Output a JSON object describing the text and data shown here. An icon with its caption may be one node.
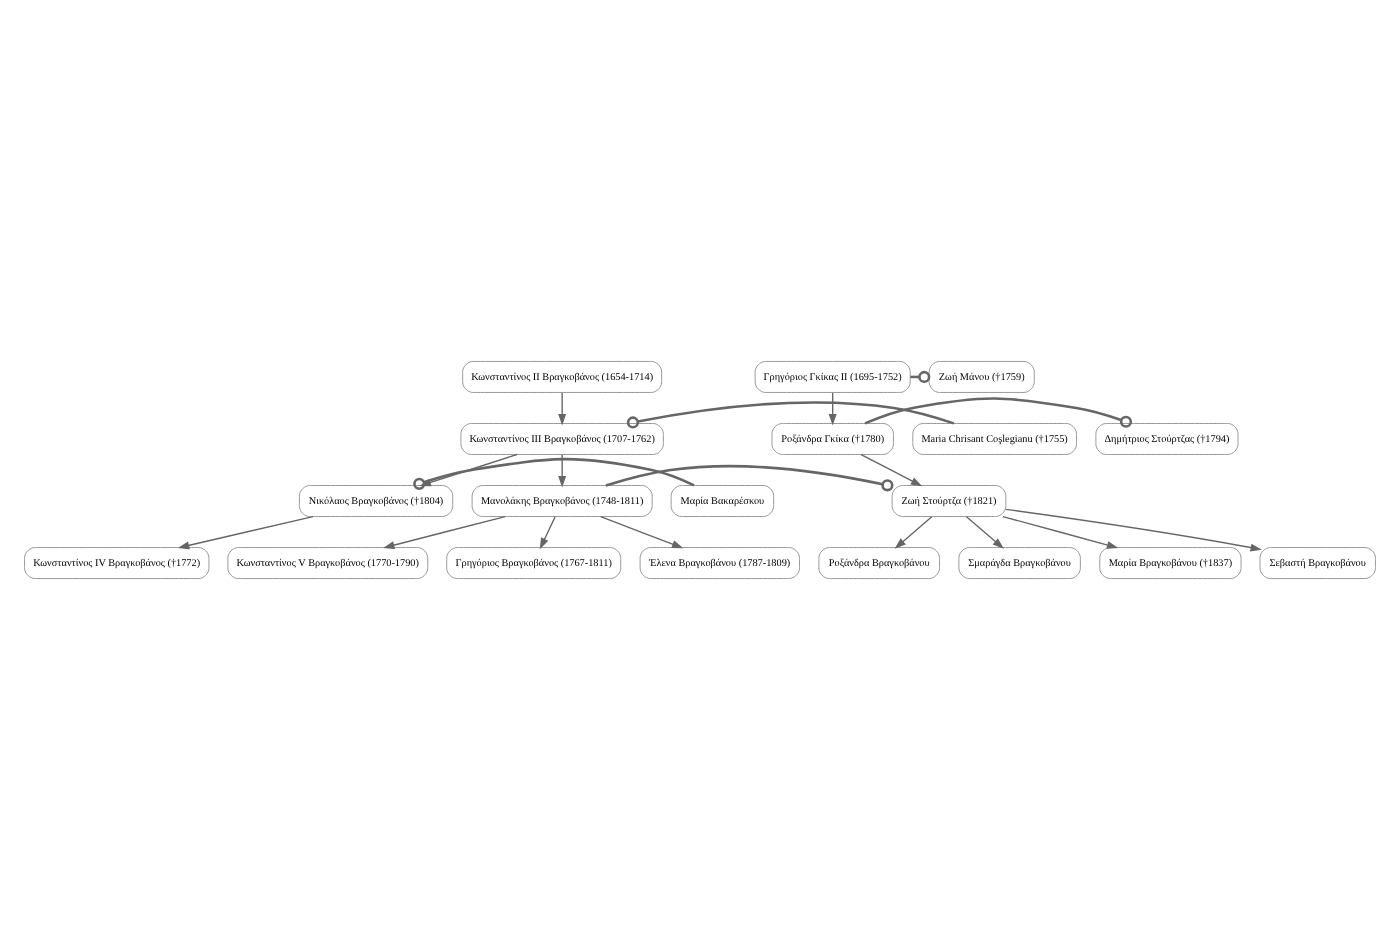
{
  "diagram": {
    "nodes": [
      {
        "text": [
          "Κωνσταντίνος ΙΙ Βραγκοβάνος (1654-1714)"
        ]
      },
      {
        "text": [
          "Γρηγόριος Γκίκας ΙΙ (1695-1752)"
        ]
      },
      {
        "text": [
          "Ζωή Μάνου (†1759)"
        ]
      },
      {
        "text": [
          "Maria Chrisant Coşlegianu (†1755)"
        ]
      },
      {
        "text": [
          "Κωνσταντίνος ΙΙΙ Βραγκοβάνος (1707-1762)"
        ]
      },
      {
        "text": [
          "Ροξάνδρα Γκίκα (†1780)"
        ]
      },
      {
        "text": [
          "Δημήτριος Στούρτζας (†1794)"
        ]
      },
      {
        "text": [
          "Μαρία Βακαρέσκου"
        ]
      },
      {
        "text": [
          "Νικόλαος Βραγκοβάνος (†1804)"
        ]
      },
      {
        "text": [
          "Μανολάκης Βραγκοβάνος (1748-1811)"
        ]
      },
      {
        "text": [
          "Ζωή Στούρτζα (†1821)"
        ]
      },
      {
        "text": [
          "Κωνσταντίνος IV Βραγκοβάνος (†1772)"
        ]
      },
      {
        "text": [
          "Γρηγόριος Βραγκοβάνος (1767-1811)"
        ]
      },
      {
        "text": [
          "Ροξάνδρα Βραγκοβάνου"
        ]
      },
      {
        "text": [
          "Έλενα Βραγκοβάνου (1787-1809)"
        ]
      },
      {
        "text": [
          "Σμαράγδα Βραγκοβάνου"
        ]
      },
      {
        "text": [
          "Κωνσταντίνος V Βραγκοβάνος (1770-1790)"
        ]
      },
      {
        "text": [
          "Μαρία Βραγκοβάνου (†1837)"
        ]
      },
      {
        "text": [
          "Σεβαστή Βραγκοβάνου"
        ]
      }
    ],
    "edges": [
      {
        "from": 0,
        "to": 4,
        "arrow": "to"
      },
      {
        "from": 1,
        "to": 2,
        "arrow": "other"
      },
      {
        "from": 3,
        "to": 4,
        "arrow": "other"
      },
      {
        "from": 1,
        "to": 5,
        "arrow": "to"
      },
      {
        "from": 5,
        "to": 6,
        "arrow": "other"
      },
      {
        "from": 4,
        "to": 8,
        "arrow": "to"
      },
      {
        "from": 4,
        "to": 9,
        "arrow": "to"
      },
      {
        "from": 5,
        "to": 10,
        "arrow": "to"
      },
      {
        "from": 7,
        "to": 8,
        "arrow": "other"
      },
      {
        "from": 9,
        "to": 10,
        "arrow": "other"
      },
      {
        "from": 8,
        "to": 11,
        "arrow": "to"
      },
      {
        "from": 9,
        "to": 12,
        "arrow": "to"
      },
      {
        "from": 9,
        "to": 16,
        "arrow": "to"
      },
      {
        "from": 9,
        "to": 14,
        "arrow": "to"
      },
      {
        "from": 10,
        "to": 17,
        "arrow": "to"
      },
      {
        "from": 10,
        "to": 18,
        "arrow": "to"
      },
      {
        "from": 10,
        "to": 15,
        "arrow": "to"
      },
      {
        "from": 10,
        "to": 13,
        "arrow": "to"
      }
    ]
  }
}
